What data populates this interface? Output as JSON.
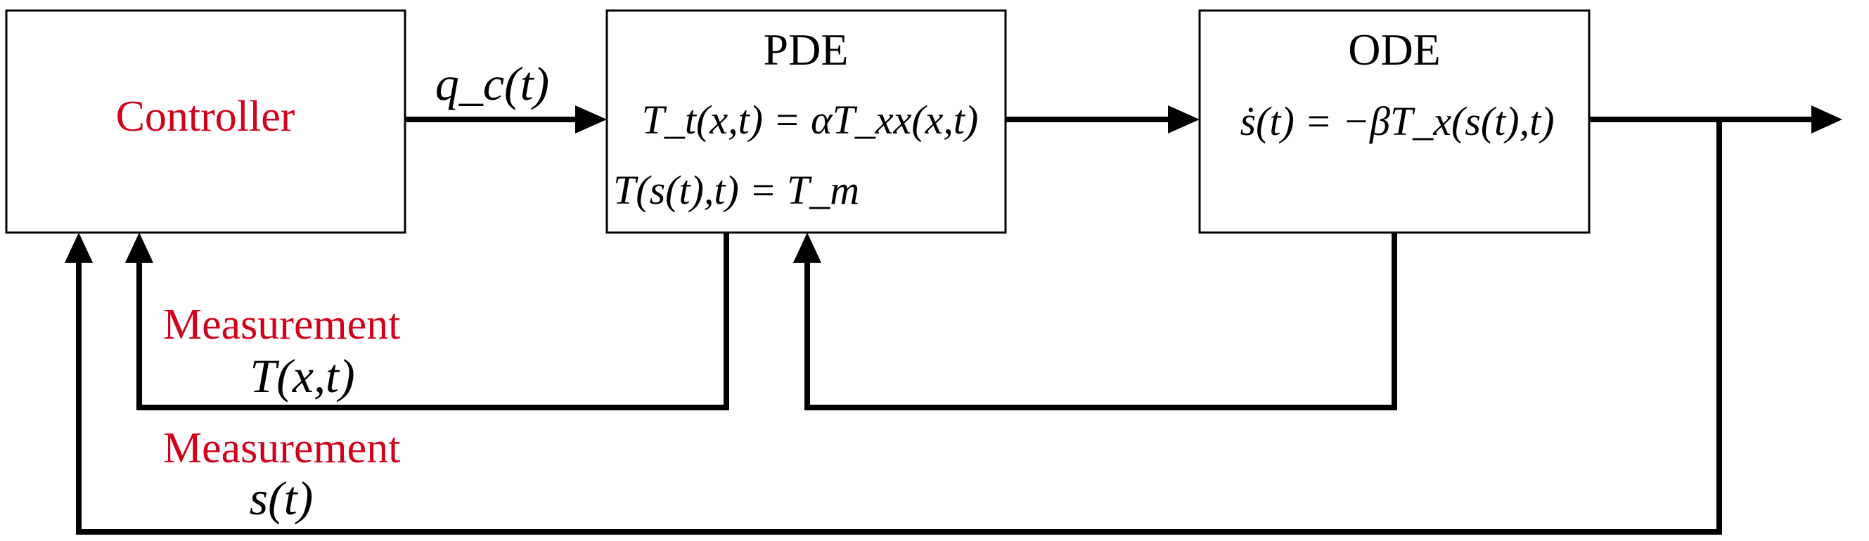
{
  "colors": {
    "label_red": "#d0021b"
  },
  "controller": {
    "label": "Controller"
  },
  "pde": {
    "title": "PDE",
    "equation": "T_t(x,t) = αT_xx(x,t)",
    "boundary": "T(s(t),t) = T_m"
  },
  "ode": {
    "title": "ODE",
    "equation": "ṡ(t) = −βT_x(s(t),t)"
  },
  "signals": {
    "control_input": "q_c(t)",
    "measurement_label_1": "Measurement",
    "measurement_signal_1": "T(x,t)",
    "measurement_label_2": "Measurement",
    "measurement_signal_2": "s(t)"
  }
}
